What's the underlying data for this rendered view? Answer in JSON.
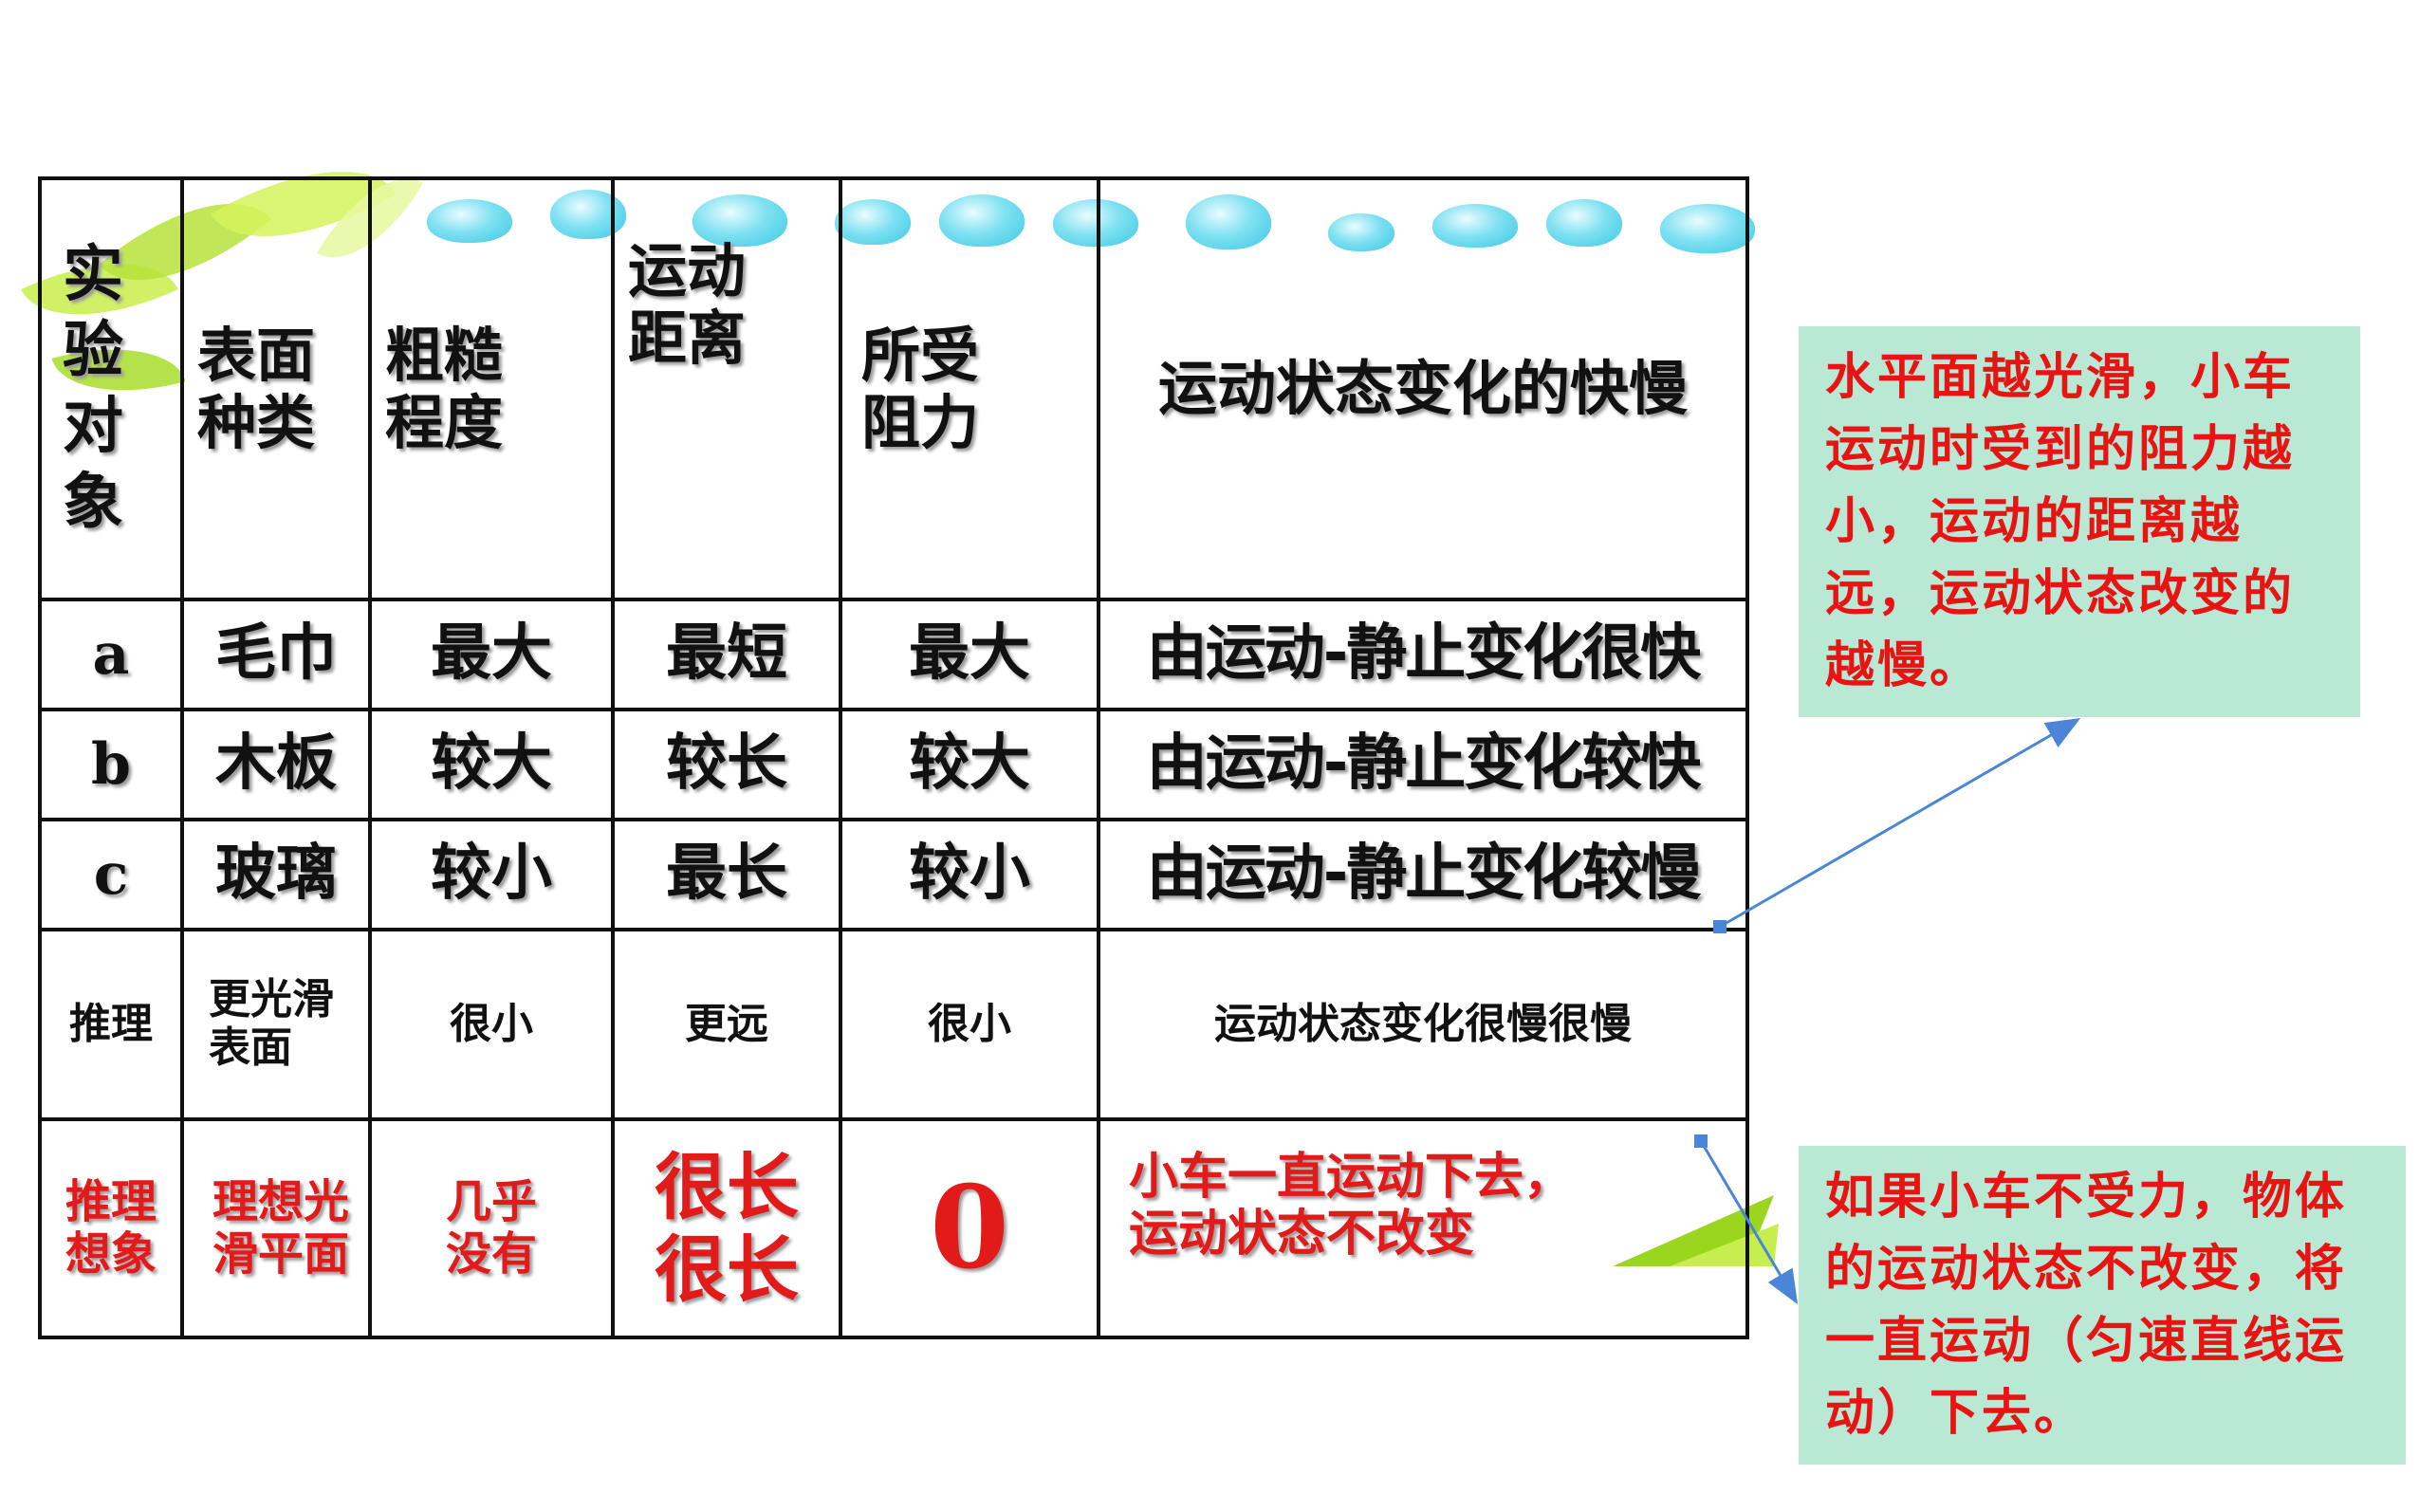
{
  "table": {
    "headers": [
      "实\n验\n对\n象",
      "表面\n种类",
      "粗糙\n程度",
      "运动\n距离",
      "所受\n阻力",
      "运动状态变化的快慢"
    ],
    "rows": [
      {
        "subject": "a",
        "surface": "毛巾",
        "roughness": "最大",
        "distance": "最短",
        "resistance": "最大",
        "state": "由运动-静止变化很快"
      },
      {
        "subject": "b",
        "surface": "木板",
        "roughness": "较大",
        "distance": "较长",
        "resistance": "较大",
        "state": "由运动-静止变化较快"
      },
      {
        "subject": "c",
        "surface": "玻璃",
        "roughness": "较小",
        "distance": "最长",
        "resistance": "较小",
        "state": "由运动-静止变化较慢"
      }
    ],
    "inference": {
      "subject": "推理",
      "surface": "更光滑\n表面",
      "roughness": "很小",
      "distance": "更远",
      "resistance": "很小",
      "state": "运动状态变化很慢很慢"
    },
    "ideal": {
      "subject": "推理\n想象",
      "surface": "理想光\n滑平面",
      "roughness": "几乎\n没有",
      "distance": "很长\n很长",
      "resistance": "0",
      "state": "小车一直运动下去，\n运动状态不改变"
    }
  },
  "notes": {
    "top": "水平面越光滑，小车运动时受到的阻力越小，运动的距离越远，运动状态改变的越慢。",
    "bottom": "如果小车不受力，物体的运动状态不改变，将一直运动（匀速直线运动）下去。"
  },
  "colors": {
    "note_bg": "#b9e8d4",
    "note_text": "#e81414",
    "ideal_text": "#e21a1a",
    "arrow": "#4a86d8"
  }
}
